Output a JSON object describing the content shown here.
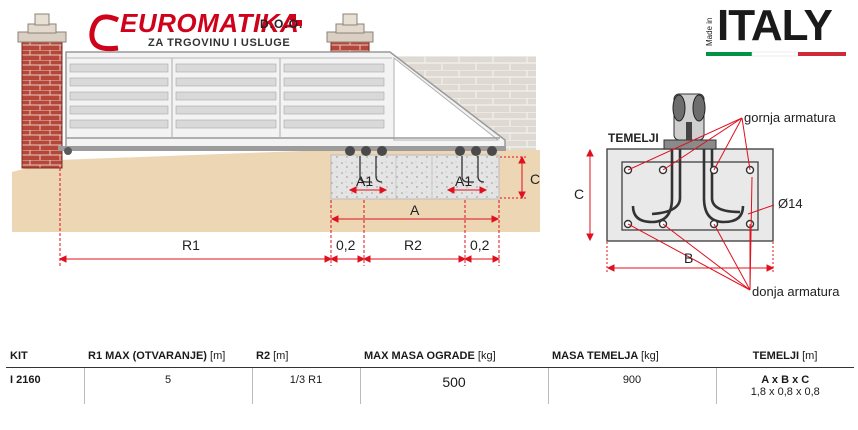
{
  "brand": {
    "name": "EUROMATIKA",
    "suffix": "D.O.O.",
    "tagline": "ZA TRGOVINU I USLUGE"
  },
  "made_in": {
    "prefix": "Made in",
    "country": "ITALY"
  },
  "side_view": {
    "dim_a1": "A1",
    "dim_a1_b": "A1",
    "dim_c": "C",
    "dim_a": "A",
    "dim_r1": "R1",
    "dim_gap1": "0,2",
    "dim_r2": "R2",
    "dim_gap2": "0,2"
  },
  "cross_section": {
    "title": "TEMELJI",
    "label_top": "gornja armatura",
    "label_bar": "Ø14",
    "label_bottom": "donja armatura",
    "dim_c": "C",
    "dim_b": "B"
  },
  "table": {
    "headers": [
      {
        "label": "KIT",
        "unit": ""
      },
      {
        "label": "R1 MAX (OTVARANJE)",
        "unit": "[m]"
      },
      {
        "label": "R2",
        "unit": "[m]"
      },
      {
        "label": "MAX MASA OGRADE",
        "unit": "[kg]"
      },
      {
        "label": "MASA TEMELJA",
        "unit": "[kg]"
      },
      {
        "label": "TEMELJI",
        "unit": "[m]"
      }
    ],
    "row": {
      "kit": "I 2160",
      "r1": "5",
      "r2": "1/3 R1",
      "max_masa": "500",
      "masa_temelja": "900",
      "temelji_formula": "A x B x C",
      "temelji_value": "1,8 x 0,8 x 0,8"
    }
  },
  "colors": {
    "brand_red": "#d0021b",
    "dimension_red": "#e0101e",
    "brick": "#b5463a",
    "soil": "#ecd6b4",
    "concrete": "#e6e6e6",
    "italy_green": "#009246",
    "italy_red": "#ce2b37"
  }
}
